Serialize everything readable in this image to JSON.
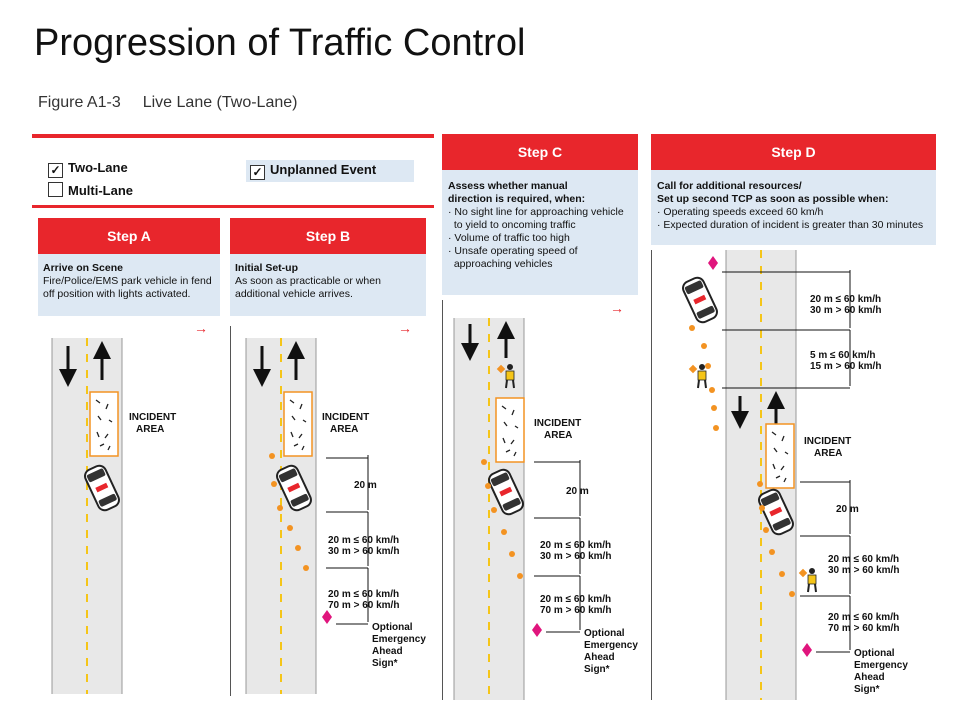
{
  "slide_title": "Progression of Traffic Control",
  "figure": {
    "number": "Figure A1-3",
    "title": "Live Lane (Two-Lane)"
  },
  "options": {
    "two_lane": {
      "label": "Two-Lane",
      "checked": true
    },
    "multi_lane": {
      "label": "Multi-Lane",
      "checked": false
    },
    "unplanned": {
      "label": "Unplanned Event",
      "checked": true
    }
  },
  "steps": {
    "a": {
      "header": "Step A",
      "heading": "Arrive on Scene",
      "lines": [
        "Fire/Police/EMS park vehicle in fend",
        "off position with lights activated."
      ]
    },
    "b": {
      "header": "Step B",
      "heading": "Initial Set-up",
      "lines": [
        "As soon as practicable or when",
        "additional vehicle arrives."
      ]
    },
    "c": {
      "header": "Step C",
      "heading1": "Assess whether manual",
      "heading2": "direction is required, when:",
      "lines": [
        "· No sight line for approaching vehicle",
        "  to yield to oncoming traffic",
        "· Volume of traffic too high",
        "· Unsafe operating speed of",
        "  approaching vehicles"
      ]
    },
    "d": {
      "header": "Step D",
      "heading1": "Call for additional resources/",
      "heading2": "Set up second TCP as soon as possible when:",
      "lines": [
        "· Operating speeds exceed 60 km/h",
        "· Expected duration of incident is greater than 30 minutes"
      ]
    }
  },
  "diagram_labels": {
    "incident_1": "INCIDENT",
    "incident_2": "AREA",
    "dist_20": "20 m",
    "r1a": "20 m ≤ 60 km/h",
    "r1b": "30 m > 60 km/h",
    "r2a": "20 m ≤ 60 km/h",
    "r2b": "70 m > 60 km/h",
    "r3a": "5 m ≤ 60 km/h",
    "r3b": "15 m > 60 km/h",
    "sign1": "Optional",
    "sign2": "Emergency",
    "sign3": "Ahead",
    "sign4": "Sign*"
  },
  "colors": {
    "accent_red": "#e8262c",
    "panel_blue": "#dde8f3",
    "cone_orange": "#f39322",
    "sign_pink": "#e0157d"
  }
}
